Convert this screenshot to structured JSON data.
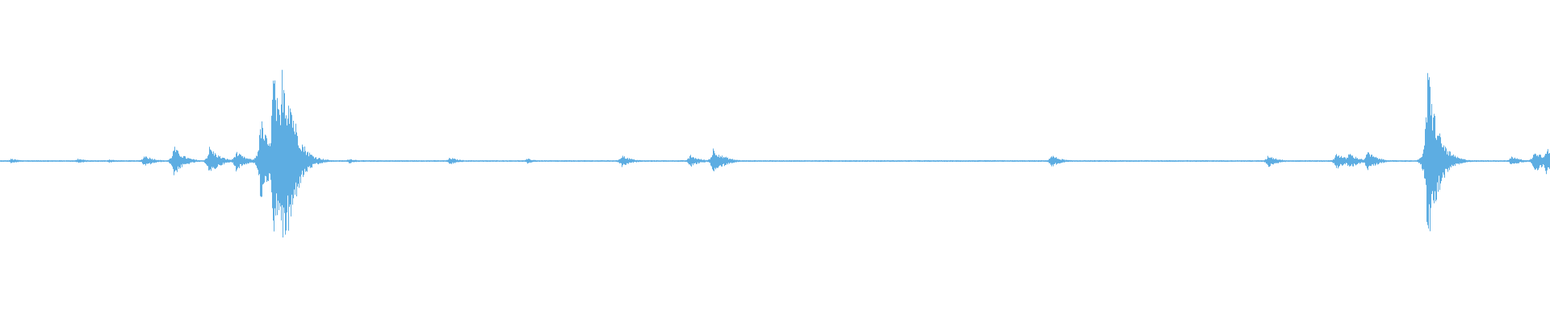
{
  "chart_data": {
    "type": "area",
    "title": "",
    "xlabel": "",
    "ylabel": "",
    "grid": false,
    "legend": "none",
    "color": "#5dade2",
    "ylim": [
      -1,
      1
    ],
    "xlim": [
      0,
      1
    ],
    "baseline": 0,
    "bursts": [
      {
        "t": 0.007,
        "amp": 0.02
      },
      {
        "t": 0.05,
        "amp": 0.02
      },
      {
        "t": 0.07,
        "amp": 0.015
      },
      {
        "t": 0.093,
        "amp": 0.05
      },
      {
        "t": 0.112,
        "amp": 0.12
      },
      {
        "t": 0.135,
        "amp": 0.12
      },
      {
        "t": 0.152,
        "amp": 0.08
      },
      {
        "t": 0.168,
        "amp": 0.35
      },
      {
        "t": 0.176,
        "amp": 0.75
      },
      {
        "t": 0.182,
        "amp": 0.85
      },
      {
        "t": 0.186,
        "amp": 0.65
      },
      {
        "t": 0.192,
        "amp": 0.2
      },
      {
        "t": 0.205,
        "amp": 0.03
      },
      {
        "t": 0.225,
        "amp": 0.02
      },
      {
        "t": 0.29,
        "amp": 0.03
      },
      {
        "t": 0.34,
        "amp": 0.02
      },
      {
        "t": 0.4,
        "amp": 0.03
      },
      {
        "t": 0.401,
        "amp": 0.05
      },
      {
        "t": 0.445,
        "amp": 0.05
      },
      {
        "t": 0.46,
        "amp": 0.11
      },
      {
        "t": 0.467,
        "amp": 0.04
      },
      {
        "t": 0.678,
        "amp": 0.05
      },
      {
        "t": 0.818,
        "amp": 0.05
      },
      {
        "t": 0.862,
        "amp": 0.07
      },
      {
        "t": 0.87,
        "amp": 0.07
      },
      {
        "t": 0.882,
        "amp": 0.08
      },
      {
        "t": 0.918,
        "amp": 0.1
      },
      {
        "t": 0.921,
        "amp": 0.78
      },
      {
        "t": 0.926,
        "amp": 0.2
      },
      {
        "t": 0.935,
        "amp": 0.05
      },
      {
        "t": 0.975,
        "amp": 0.04
      },
      {
        "t": 0.99,
        "amp": 0.1
      },
      {
        "t": 0.997,
        "amp": 0.12
      }
    ]
  }
}
